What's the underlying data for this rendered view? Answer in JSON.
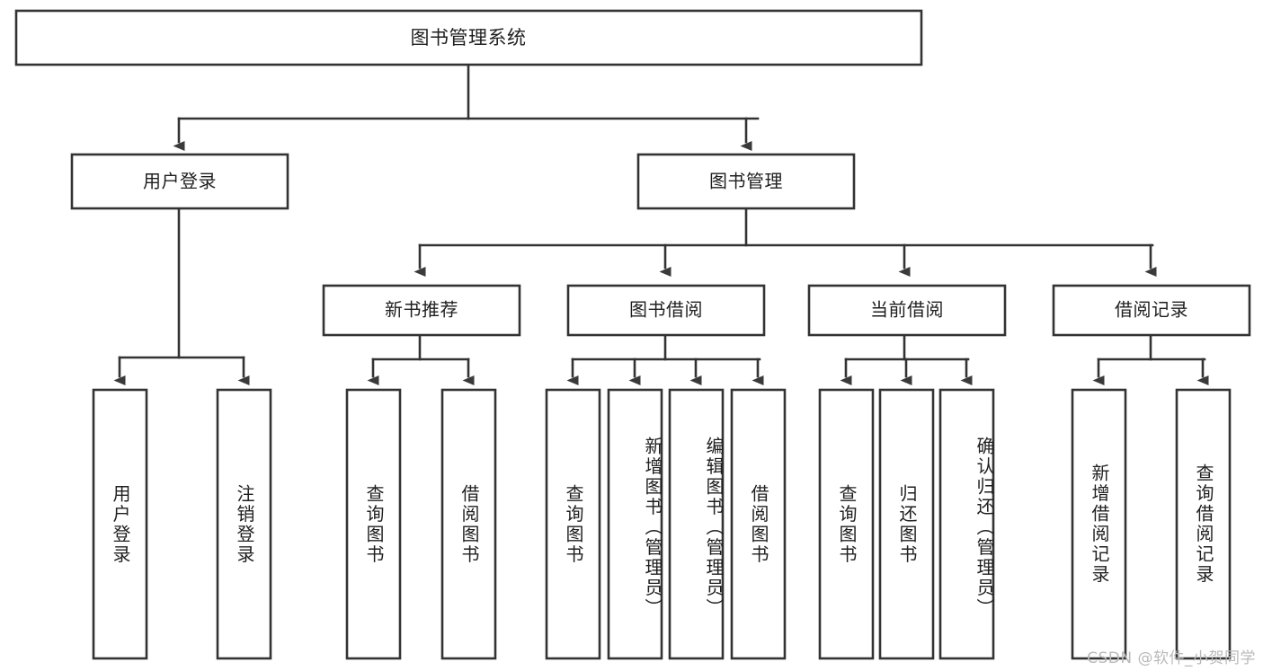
{
  "diagram": {
    "title": "图书管理系统",
    "type": "tree-hierarchy",
    "watermark": "CSDN @软件_小贺同学",
    "colors": {
      "box_stroke": "#333333",
      "box_fill": "#ffffff",
      "text": "#1f1f1f",
      "arrow": "#3a3a3a",
      "watermark": "#b9b9b9",
      "background": "#ffffff"
    },
    "root": {
      "label": "图书管理系统"
    },
    "level2": [
      {
        "label": "用户登录"
      },
      {
        "label": "图书管理"
      }
    ],
    "level3": [
      {
        "label": "新书推荐"
      },
      {
        "label": "图书借阅"
      },
      {
        "label": "当前借阅"
      },
      {
        "label": "借阅记录"
      }
    ],
    "leaves": {
      "user_login": [
        {
          "label": "用户登录"
        },
        {
          "label": "注销登录"
        }
      ],
      "new_book_recommend": [
        {
          "label": "查询图书"
        },
        {
          "label": "借阅图书"
        }
      ],
      "book_borrow": [
        {
          "label": "查询图书"
        },
        {
          "label": "新增图书（管理员）"
        },
        {
          "label": "编辑图书（管理员）"
        },
        {
          "label": "借阅图书"
        }
      ],
      "current_borrow": [
        {
          "label": "查询图书"
        },
        {
          "label": "归还图书"
        },
        {
          "label": "确认归还（管理员）"
        }
      ],
      "borrow_record": [
        {
          "label": "新增借阅记录"
        },
        {
          "label": "查询借阅记录"
        }
      ]
    }
  }
}
